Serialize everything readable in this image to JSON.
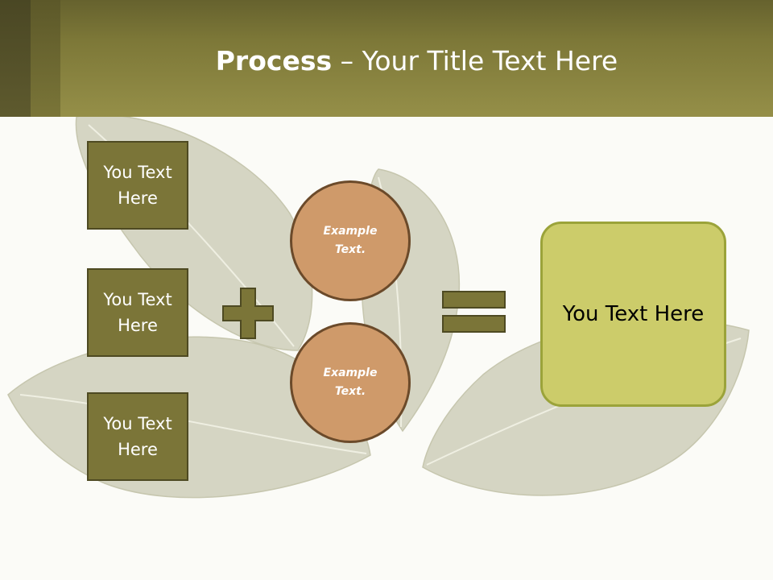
{
  "slide": {
    "title_bold": "Process",
    "title_rest": " – Your Title Text Here"
  },
  "inputs": [
    {
      "label": "You Text Here"
    },
    {
      "label": "You Text Here"
    },
    {
      "label": "You Text Here"
    }
  ],
  "circles": [
    {
      "label": "Example Text."
    },
    {
      "label": "Example Text."
    }
  ],
  "result": {
    "label": "You Text Here"
  },
  "operators": [
    "plus-icon",
    "equals-icon"
  ],
  "colors": {
    "header": "#7d7838",
    "box_fill": "#7b7538",
    "circle_fill": "#cf9a6a",
    "result_fill": "#cccc6a",
    "operator": "#7b7538"
  }
}
